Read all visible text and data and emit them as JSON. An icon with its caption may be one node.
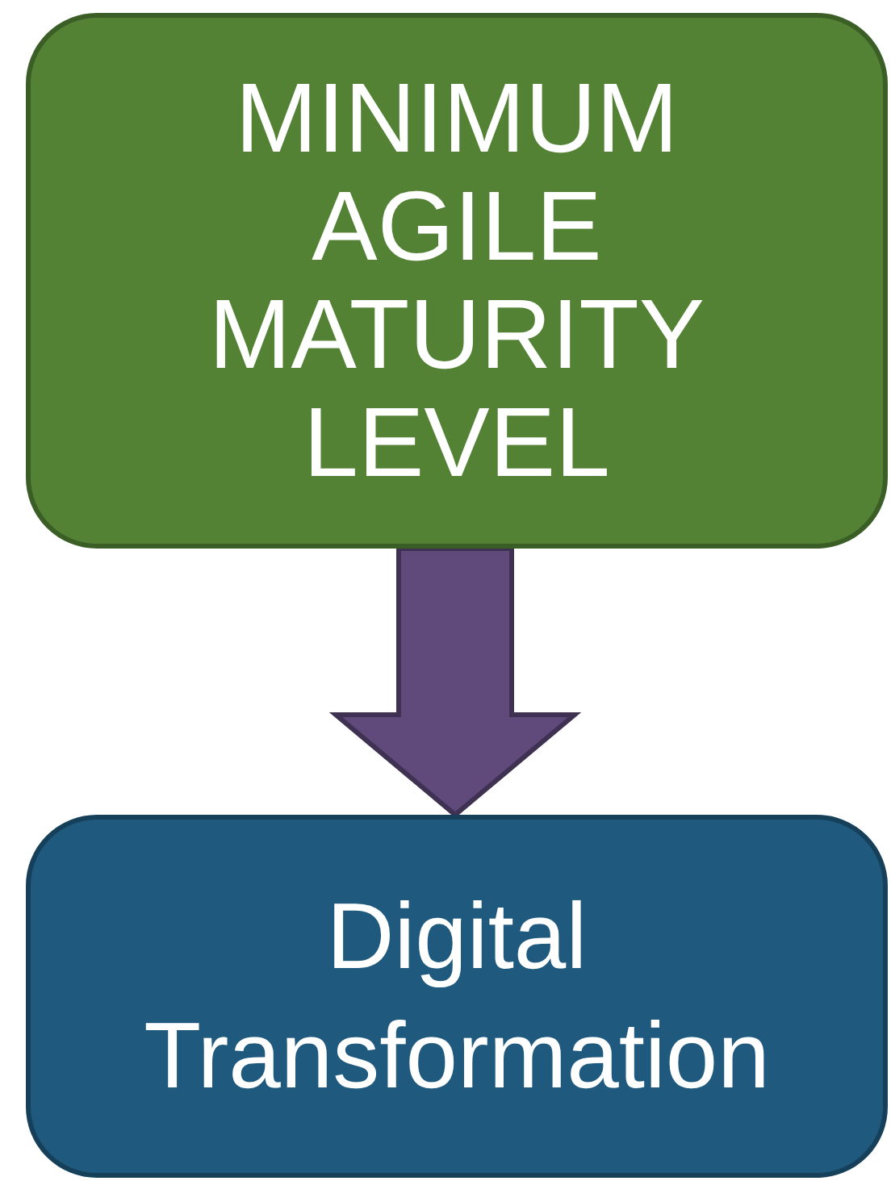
{
  "diagram": {
    "nodes": [
      {
        "text": [
          "MINIMUM AGILE MATURITY LEVEL"
        ]
      },
      {
        "text": [
          "Digital Transformation"
        ]
      }
    ],
    "edges": [
      {
        "from": 0,
        "to": 1,
        "arrow": "to"
      }
    ]
  }
}
